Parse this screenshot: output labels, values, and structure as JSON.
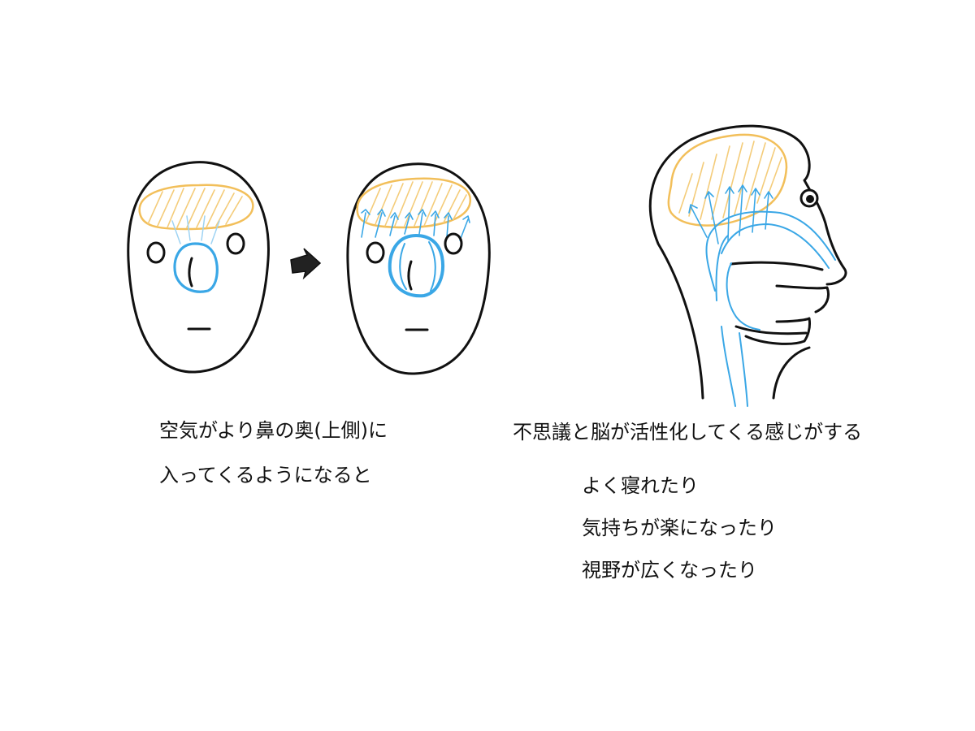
{
  "captions": {
    "left_line1": "空気がより鼻の奥(上側)に",
    "left_line2": "入ってくるようになると",
    "right_title": "不思議と脳が活性化してくる感じがする",
    "effects": [
      "よく寝れたり",
      "気持ちが楽になったり",
      "視野が広くなったり"
    ]
  },
  "colors": {
    "outline": "#111111",
    "brain": "#f2bf5a",
    "airflow": "#3aa7e6"
  },
  "icons": {
    "transition": "arrow-right-icon"
  }
}
